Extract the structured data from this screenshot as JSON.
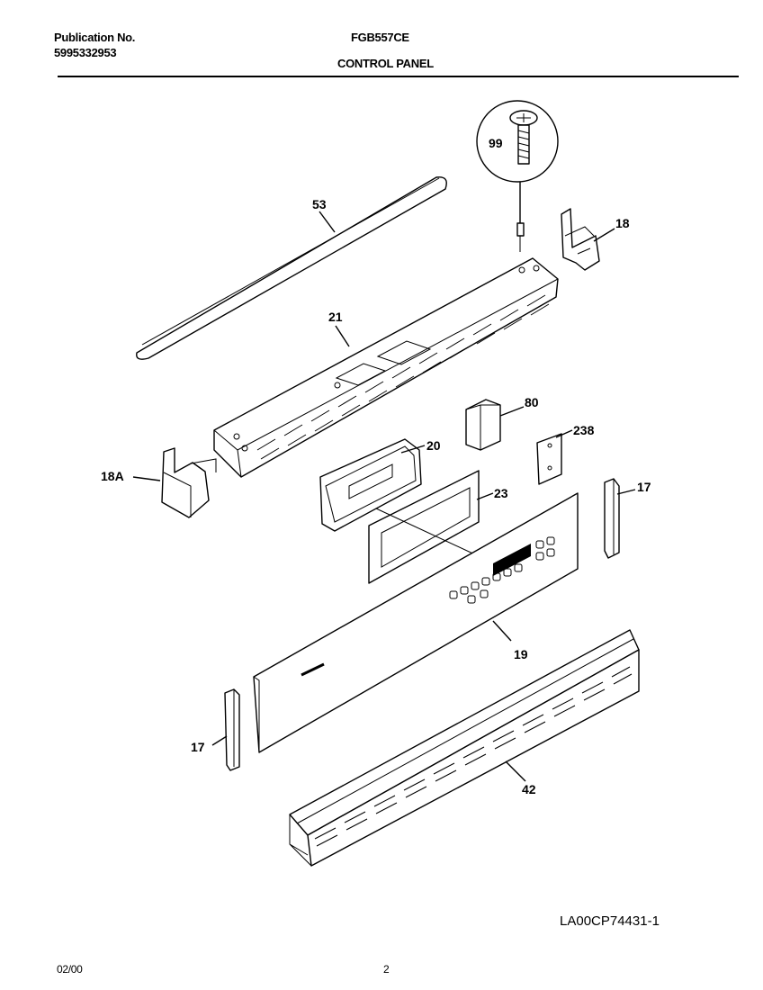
{
  "header": {
    "publication_label": "Publication No.",
    "publication_number": "5995332953",
    "model": "FGB557CE",
    "section_title": "CONTROL PANEL"
  },
  "callouts": {
    "p99": "99",
    "p53": "53",
    "p18": "18",
    "p21": "21",
    "p80": "80",
    "p20": "20",
    "p238": "238",
    "p18a": "18A",
    "p23": "23",
    "p17_right": "17",
    "p19": "19",
    "p17_left": "17",
    "p42": "42"
  },
  "footer": {
    "diagram_code": "LA00CP74431-1",
    "date": "02/00",
    "page": "2"
  }
}
